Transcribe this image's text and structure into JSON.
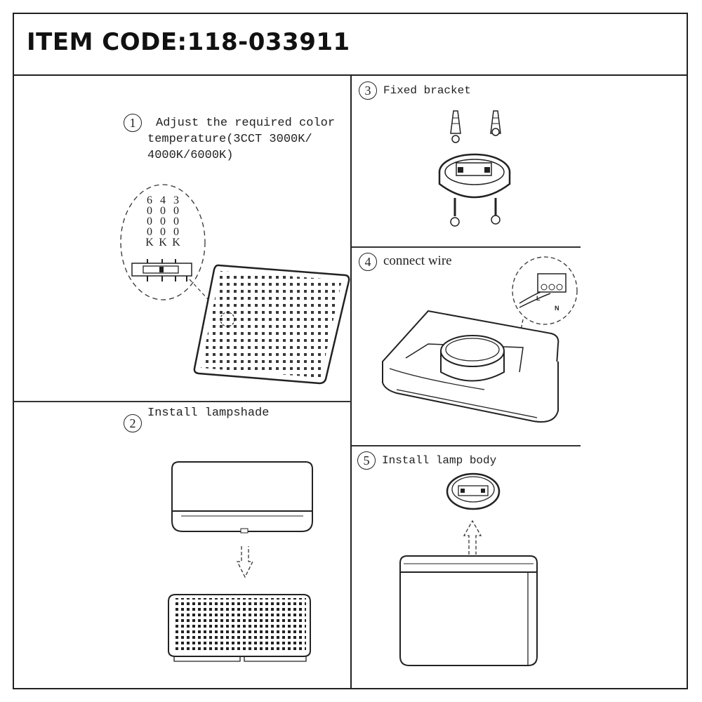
{
  "header": {
    "title": "ITEM CODE:118-033911"
  },
  "steps": [
    {
      "number": "1",
      "text_lines": [
        "Adjust the required color",
        "temperature(3CCT 3000K/",
        "4000K/6000K)"
      ]
    },
    {
      "number": "2",
      "text": "Install lampshade"
    },
    {
      "number": "3",
      "text": "Fixed bracket"
    },
    {
      "number": "4",
      "text": "connect wire"
    },
    {
      "number": "5",
      "text": "Install lamp body"
    }
  ],
  "switch_labels": [
    {
      "chars": [
        "6",
        "0",
        "0",
        "0",
        "K"
      ]
    },
    {
      "chars": [
        "4",
        "0",
        "0",
        "0",
        "K"
      ]
    },
    {
      "chars": [
        "3",
        "0",
        "0",
        "0",
        "K"
      ]
    }
  ],
  "terminal_labels": {
    "live": "L",
    "neutral": "N"
  }
}
